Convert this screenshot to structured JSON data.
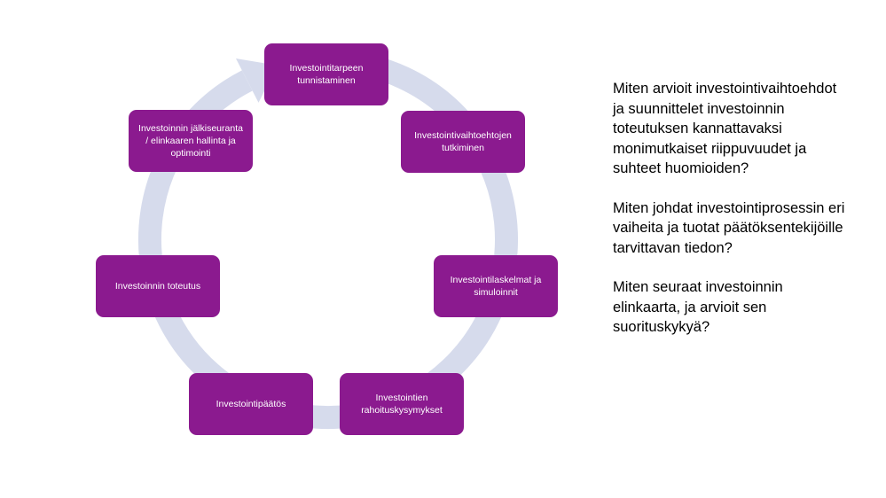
{
  "colors": {
    "box": "#8b1a8f",
    "ring": "#d6dbec",
    "text": "#000000"
  },
  "cycle_steps": [
    {
      "id": "tunnistaminen",
      "label": "Investointitarpeen\ntunnistaminen"
    },
    {
      "id": "tutkiminen",
      "label": "Investointivaihtoehtojen\ntutkiminen"
    },
    {
      "id": "laskelmat",
      "label": "Investointilaskelmat ja\nsimuloinnit"
    },
    {
      "id": "rahoitus",
      "label": "Investointien\nrahoituskysymykset"
    },
    {
      "id": "paatos",
      "label": "Investointipäätös"
    },
    {
      "id": "toteutus",
      "label": "Investoinnin toteutus"
    },
    {
      "id": "jalkiseuranta",
      "label": "Investoinnin jälkiseuranta\n/ elinkaaren hallinta ja\noptimointi"
    }
  ],
  "questions": [
    "Miten arvioit investointivaihtoehdot\nja suunnittelet investoinnin\ntoteutuksen kannattavaksi\nmonimutkaiset riippuvuudet ja\nsuhteet huomioiden?",
    "Miten johdat investointiprosessin eri\nvaiheita ja tuotat päätöksentekijöille\ntarvittavan tiedon?",
    "Miten seuraat investoinnin\nelinkaarta, ja arvioit sen\nsuorituskykyä?"
  ]
}
